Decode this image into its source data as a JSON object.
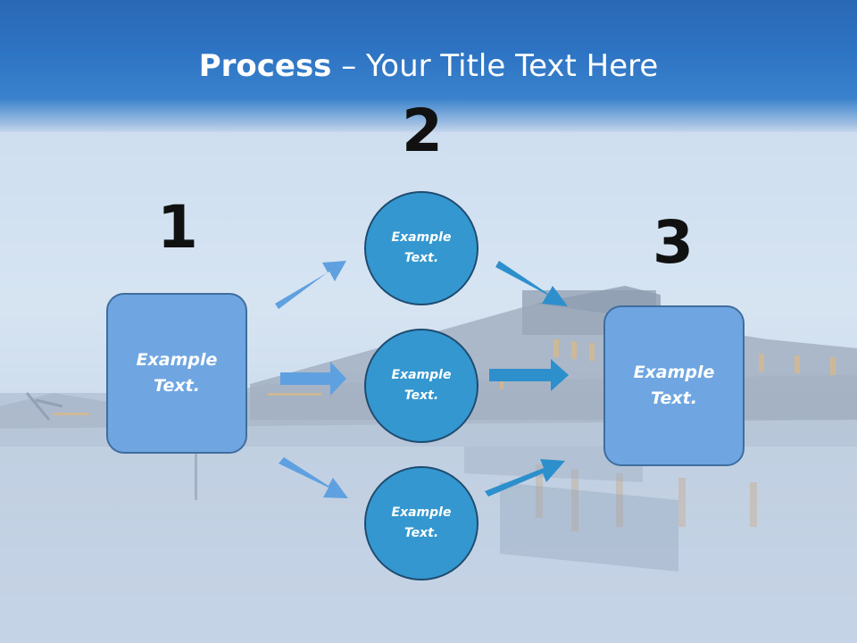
{
  "title": {
    "bold": "Process",
    "rest": " – Your Title Text Here"
  },
  "steps": {
    "one": "1",
    "two": "2",
    "three": "3"
  },
  "nodes": {
    "left_box": "Example Text.",
    "circle_top": "Example Text.",
    "circle_middle": "Example Text.",
    "circle_bottom": "Example Text.",
    "right_box": "Example Text."
  },
  "colors": {
    "header": "#2e74c4",
    "box_fill": "#6fa6e2",
    "circle_fill": "#3597cf",
    "arrow_left": "#5ea0e0",
    "arrow_right": "#2d8fcc"
  }
}
